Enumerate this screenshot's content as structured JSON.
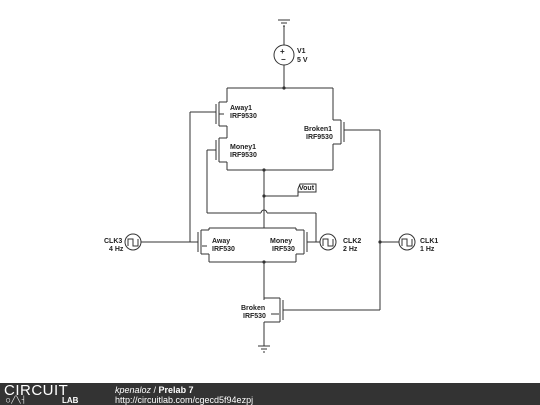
{
  "components": {
    "v1": {
      "name": "V1",
      "value": "5 V"
    },
    "away1": {
      "name": "Away1",
      "part": "IRF9530"
    },
    "money1": {
      "name": "Money1",
      "part": "IRF9530"
    },
    "broken1": {
      "name": "Broken1",
      "part": "IRF9530"
    },
    "away": {
      "name": "Away",
      "part": "IRF530"
    },
    "money": {
      "name": "Money",
      "part": "IRF530"
    },
    "broken": {
      "name": "Broken",
      "part": "IRF530"
    },
    "clk3": {
      "name": "CLK3",
      "freq": "4 Hz"
    },
    "clk2": {
      "name": "CLK2",
      "freq": "2 Hz"
    },
    "clk1": {
      "name": "CLK1",
      "freq": "1 Hz"
    },
    "vout": {
      "label": "Vout"
    }
  },
  "footer": {
    "logo_top": "CIRCUIT",
    "logo_bottom": "LAB",
    "author": "kpenaloz",
    "separator": " / ",
    "project": "Prelab 7",
    "url": "http://circuitlab.com/cgecd5f94ezpj"
  }
}
